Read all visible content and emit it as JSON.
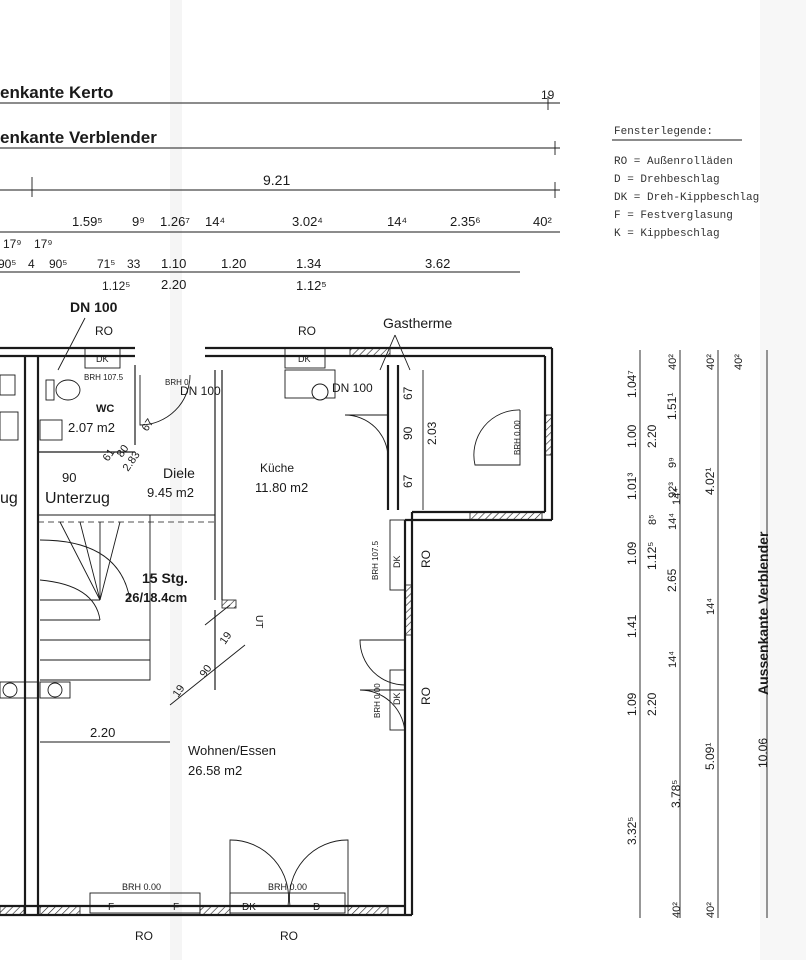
{
  "header": {
    "kerto": "enkante Kerto",
    "verblender": "enkante Verblender",
    "kerto_num": "19"
  },
  "dims_top": {
    "row1": [
      "9.21"
    ],
    "row2": [
      "1.59⁵",
      "9⁹",
      "1.26⁷",
      "14⁴",
      "3.02⁴",
      "14⁴",
      "2.35⁶",
      "40²"
    ],
    "row3": [
      "17⁹",
      "17⁹",
      "90⁵",
      "4",
      "90⁵",
      "71⁵",
      "33",
      "1.10",
      "1.20",
      "1.34",
      "3.62"
    ],
    "row4": [
      "1.12⁵",
      "2.20",
      "1.12⁵"
    ]
  },
  "legend": {
    "title": "Fensterlegende:",
    "items": [
      "RO = Außenrolläden",
      "D  = Drehbeschlag",
      "DK = Dreh-Kippbeschlag",
      "F  = Festverglasung",
      "K  = Kippbeschlag"
    ]
  },
  "rooms": {
    "wc_name": "WC",
    "wc_area": "2.07 m2",
    "diele_name": "Diele",
    "diele_area": "9.45 m2",
    "kueche_name": "Küche",
    "kueche_area": "11.80 m2",
    "wohnen_name": "Wohnen/Essen",
    "wohnen_area": "26.58 m2"
  },
  "labels": {
    "gastherme": "Gastherme",
    "unterzug": "Unterzug",
    "unterzug_left": "ug",
    "dn100_a": "DN 100",
    "dn100_b": "DN 100",
    "dn100_c": "DN 100",
    "stairs": "15 Stg.",
    "stairs_ratio": "26/18.4cm",
    "ro": "RO",
    "dk": "DK",
    "d": "D",
    "f": "F",
    "brh_1075": "BRH 107.5",
    "brh_0": "BRH 0",
    "brh_000": "BRH 0.00",
    "dim_90": "90",
    "dim_220": "2.20",
    "dim_19": "19",
    "dim_67": "67",
    "dim_203": "2.03",
    "diag_283": "2.83",
    "diag_80": "80",
    "diag_61": "61",
    "diag_67": "67",
    "ut": "UT"
  },
  "dims_right": {
    "col1": [
      "1.04⁷",
      "1.00",
      "1.01³",
      "1.09",
      "1.41",
      "1.09",
      "3.32⁵"
    ],
    "col2": [
      "2.20",
      "1.12⁵",
      "2.20",
      "3.78⁵",
      "40²"
    ],
    "col3": [
      "1.51¹",
      "9⁹",
      "92³",
      "14⁴",
      "2.65",
      "14⁴",
      "40²"
    ],
    "col4": [
      "40²",
      "4.02¹",
      "14⁴",
      "5.09¹",
      "40²"
    ],
    "col5": [
      "40²",
      "10.06"
    ],
    "side_label": "Aussenkante Verblender",
    "small": [
      "8⁵",
      "14⁴"
    ]
  }
}
